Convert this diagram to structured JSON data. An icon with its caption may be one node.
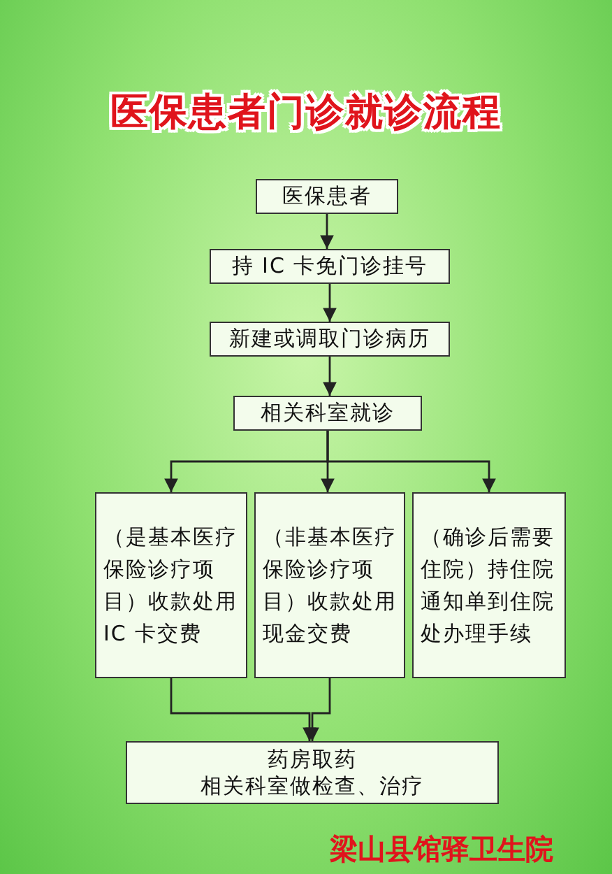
{
  "diagram": {
    "title": "医保患者门诊就诊流程",
    "nodes": [
      {
        "text": [
          "医保患者"
        ]
      },
      {
        "text": [
          "持 IC 卡免门诊挂号"
        ]
      },
      {
        "text": [
          "新建或调取门诊病历"
        ]
      },
      {
        "text": [
          "相关科室就诊"
        ]
      },
      {
        "text": [
          "（是基本医疗保险诊疗项目）收款处用 IC 卡交费"
        ]
      },
      {
        "text": [
          "（非基本医疗保险诊疗项目）收款处用现金交费"
        ]
      },
      {
        "text": [
          "（确诊后需要住院）持住院通知单到住院处办理手续"
        ]
      },
      {
        "text": [
          "药房取药",
          "相关科室做检查、治疗"
        ]
      }
    ],
    "edges": [
      {
        "from": 0,
        "to": 1,
        "arrow": "to"
      },
      {
        "from": 1,
        "to": 2,
        "arrow": "to"
      },
      {
        "from": 2,
        "to": 3,
        "arrow": "to"
      },
      {
        "from": 3,
        "to": 4,
        "arrow": "to"
      },
      {
        "from": 3,
        "to": 5,
        "arrow": "to"
      },
      {
        "from": 3,
        "to": 6,
        "arrow": "to"
      },
      {
        "from": 4,
        "to": 7,
        "arrow": "to"
      },
      {
        "from": 5,
        "to": 7,
        "arrow": "to"
      }
    ],
    "labels": [
      "梁山县馆驿卫生院"
    ]
  }
}
